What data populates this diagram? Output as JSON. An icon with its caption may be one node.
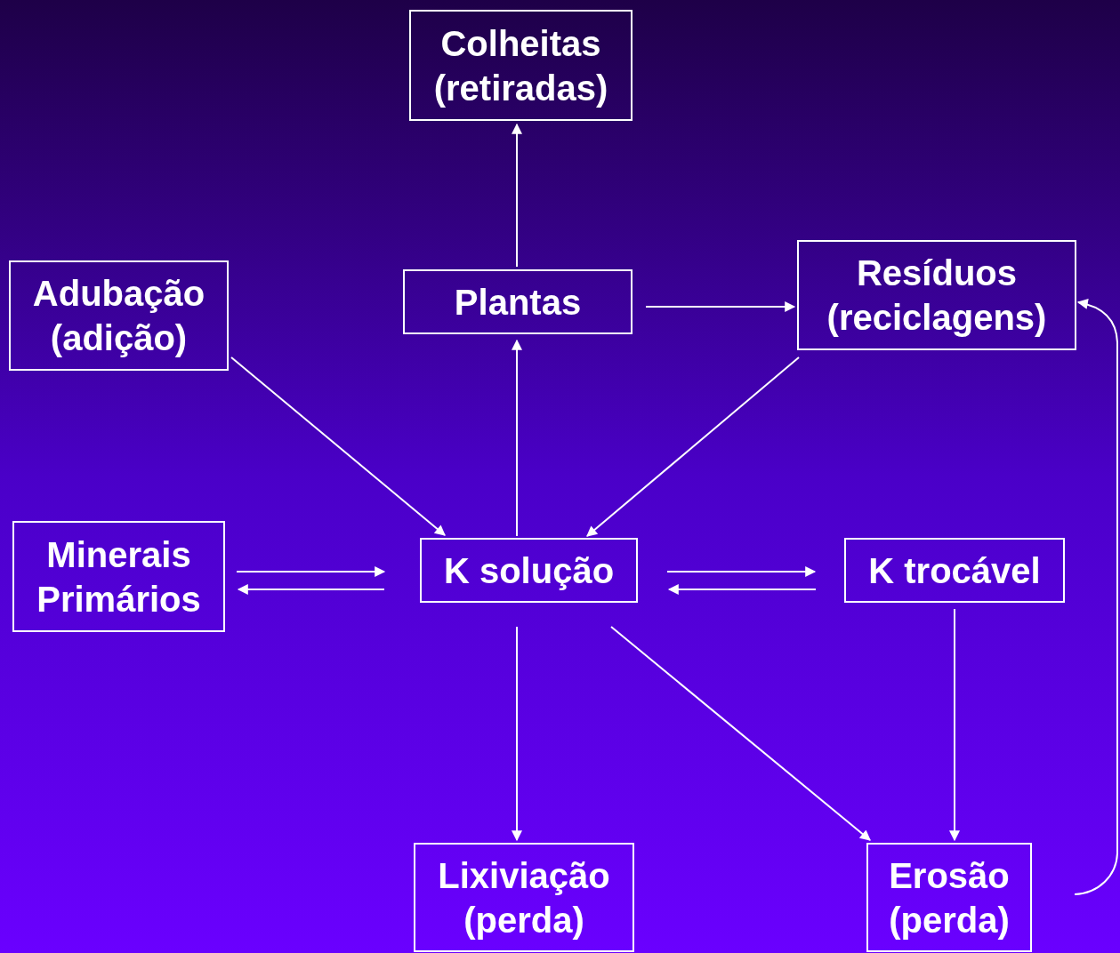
{
  "diagram": {
    "nodes": [
      {
        "text": [
          "Colheitas (retiradas)"
        ]
      },
      {
        "text": [
          "Adubação (adição)"
        ]
      },
      {
        "text": [
          "Plantas"
        ]
      },
      {
        "text": [
          "Resíduos (reciclagens)"
        ]
      },
      {
        "text": [
          "Minerais Primários"
        ]
      },
      {
        "text": [
          "K solução"
        ]
      },
      {
        "text": [
          "K trocável"
        ]
      },
      {
        "text": [
          "Lixiviação (perda)"
        ]
      },
      {
        "text": [
          "Erosão (perda)"
        ]
      }
    ],
    "edges": [
      {
        "from": 2,
        "to": 0,
        "arrow": "to"
      },
      {
        "from": 2,
        "to": 3,
        "arrow": "to"
      },
      {
        "from": 1,
        "to": 5,
        "arrow": "to"
      },
      {
        "from": 5,
        "to": 2,
        "arrow": "to"
      },
      {
        "from": 3,
        "to": 5,
        "arrow": "to"
      },
      {
        "from": 4,
        "to": 5,
        "arrow": "to"
      },
      {
        "from": 5,
        "to": 4,
        "arrow": "to"
      },
      {
        "from": 5,
        "to": 6,
        "arrow": "to"
      },
      {
        "from": 6,
        "to": 5,
        "arrow": "to"
      },
      {
        "from": 5,
        "to": 7,
        "arrow": "to"
      },
      {
        "from": 5,
        "to": 8,
        "arrow": "to"
      },
      {
        "from": 6,
        "to": 8,
        "arrow": "to"
      },
      {
        "from": 8,
        "to": 3,
        "arrow": "to"
      }
    ]
  }
}
